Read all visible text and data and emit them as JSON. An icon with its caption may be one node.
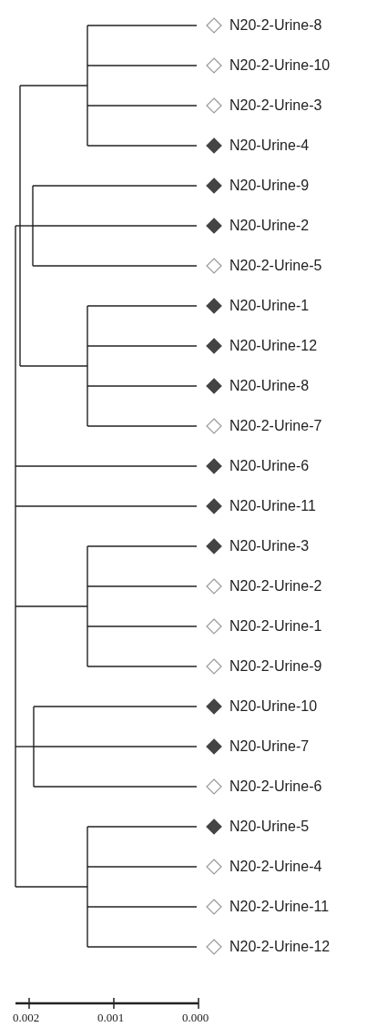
{
  "diagram": {
    "labels": [
      "N20-2-Urine-8",
      "N20-2-Urine-10",
      "N20-2-Urine-3",
      "N20-Urine-4",
      "N20-Urine-9",
      "N20-Urine-2",
      "N20-2-Urine-5",
      "N20-Urine-1",
      "N20-Urine-12",
      "N20-Urine-8",
      "N20-2-Urine-7",
      "N20-Urine-6",
      "N20-Urine-11",
      "N20-Urine-3",
      "N20-2-Urine-2",
      "N20-2-Urine-1",
      "N20-2-Urine-9",
      "N20-Urine-10",
      "N20-Urine-7",
      "N20-2-Urine-6",
      "N20-Urine-5",
      "N20-2-Urine-4",
      "N20-2-Urine-11",
      "N20-2-Urine-12",
      "0.002",
      "0.001",
      "0.000"
    ]
  }
}
